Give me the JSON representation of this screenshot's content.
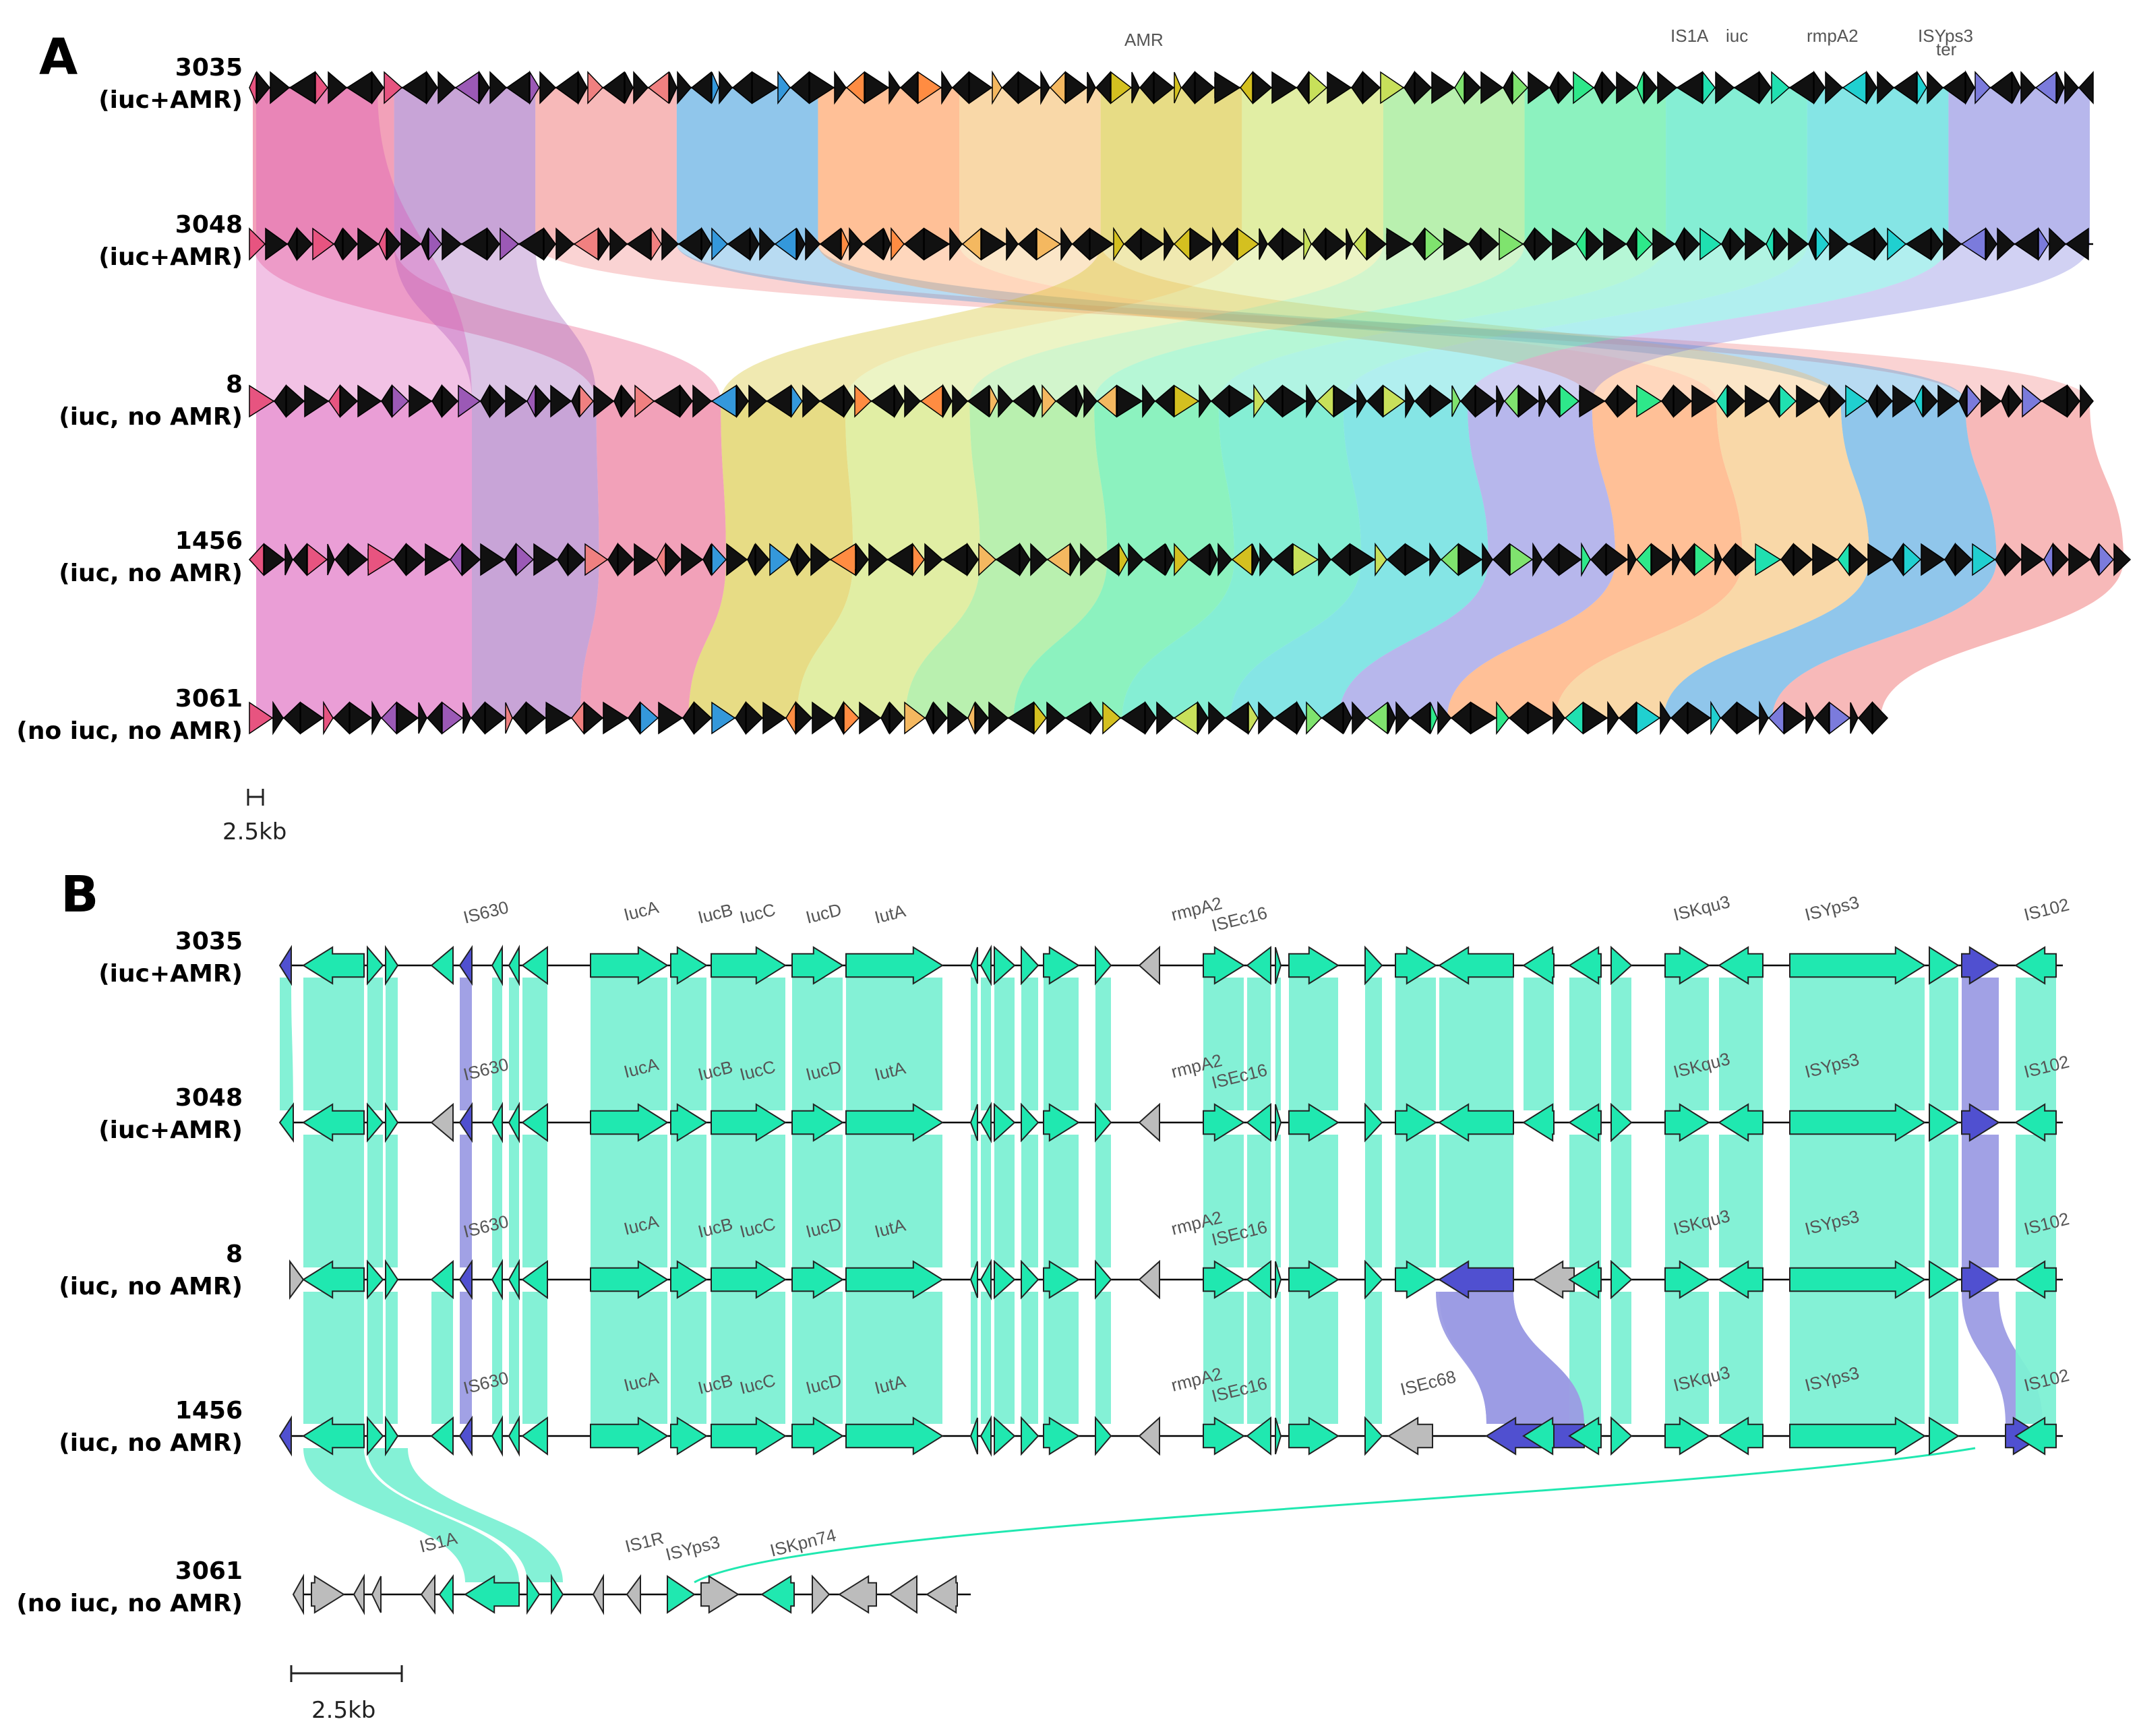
{
  "panels": [
    {
      "letter": "A",
      "tracks": [
        {
          "id": "3035",
          "desc": "(iuc+AMR)"
        },
        {
          "id": "3048",
          "desc": "(iuc+AMR)"
        },
        {
          "id": "8",
          "desc": "(iuc, no AMR)"
        },
        {
          "id": "1456",
          "desc": "(iuc, no AMR)"
        },
        {
          "id": "3061",
          "desc": "(no iuc, no AMR)"
        }
      ],
      "gene_labels": [
        "AMR",
        "IS1A",
        "iuc",
        "rmpA2",
        "ISYps3",
        "ter"
      ],
      "scale_label": "2.5kb",
      "colors": [
        "#e75480",
        "#9b59b6",
        "#f08080",
        "#3498db",
        "#ff8c42",
        "#f4b860",
        "#d4c020",
        "#c8e05a",
        "#7fe36e",
        "#2ee88a",
        "#20e0b0",
        "#20d0d0",
        "#7b7bdc"
      ]
    },
    {
      "letter": "B",
      "tracks": [
        {
          "id": "3035",
          "desc": "(iuc+AMR)"
        },
        {
          "id": "3048",
          "desc": "(iuc+AMR)"
        },
        {
          "id": "8",
          "desc": "(iuc, no AMR)"
        },
        {
          "id": "1456",
          "desc": "(iuc, no AMR)"
        },
        {
          "id": "3061",
          "desc": "(no iuc, no AMR)"
        }
      ],
      "gene_labels_main": [
        "IS630",
        "IucA",
        "IucB",
        "IucC",
        "IucD",
        "IutA",
        "rmpA2",
        "ISEc16",
        "ISKqu3",
        "ISYps3",
        "IS102"
      ],
      "gene_labels_1456_extra": [
        "ISEc68"
      ],
      "gene_labels_3061": [
        "IS1A",
        "IS1R",
        "ISYps3",
        "ISKpn74"
      ],
      "scale_label": "2.5kb",
      "colors": {
        "match": "#20e8b0",
        "match_fill": "#7df0d4",
        "blue": "#5050d0",
        "blue_fill": "#9c9ce4",
        "grey": "#bcbcbc"
      }
    }
  ]
}
